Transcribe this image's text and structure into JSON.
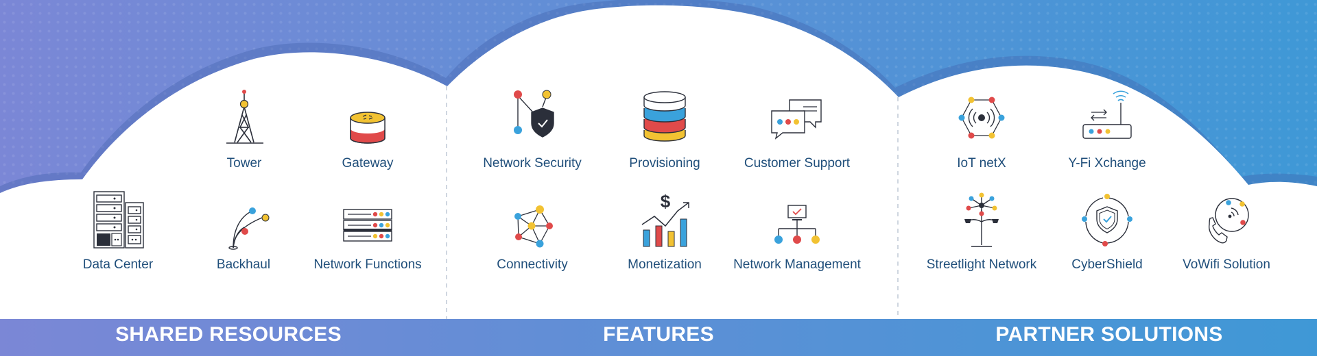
{
  "colors": {
    "gradient_start": "#7b87d6",
    "gradient_end": "#3f98d6",
    "red": "#e04a4a",
    "yellow": "#f2c232",
    "blue": "#3aa2dc",
    "dark": "#2b2f3a",
    "text": "#1f4e7a"
  },
  "sections": {
    "shared": {
      "title": "SHARED RESOURCES",
      "items": [
        {
          "label": "Tower",
          "icon": "tower-icon"
        },
        {
          "label": "Gateway",
          "icon": "gateway-icon"
        },
        {
          "label": "Data Center",
          "icon": "data-center-icon"
        },
        {
          "label": "Backhaul",
          "icon": "backhaul-icon"
        },
        {
          "label": "Network Functions",
          "icon": "network-functions-icon"
        }
      ]
    },
    "features": {
      "title": "FEATURES",
      "items": [
        {
          "label": "Network Security",
          "icon": "network-security-icon"
        },
        {
          "label": "Provisioning",
          "icon": "database-icon"
        },
        {
          "label": "Customer Support",
          "icon": "chat-bubbles-icon"
        },
        {
          "label": "Connectivity",
          "icon": "connectivity-icon"
        },
        {
          "label": "Monetization",
          "icon": "monetization-chart-icon"
        },
        {
          "label": "Network Management",
          "icon": "network-management-icon"
        }
      ]
    },
    "partners": {
      "title": "PARTNER SOLUTIONS",
      "items": [
        {
          "label": "IoT netX",
          "icon": "iot-hub-icon"
        },
        {
          "label": "Y-Fi Xchange",
          "icon": "router-icon"
        },
        {
          "label": "Streetlight Network",
          "icon": "streetlight-icon"
        },
        {
          "label": "CyberShield",
          "icon": "cybershield-icon"
        },
        {
          "label": "VoWifi Solution",
          "icon": "wifi-phone-icon"
        }
      ]
    }
  }
}
